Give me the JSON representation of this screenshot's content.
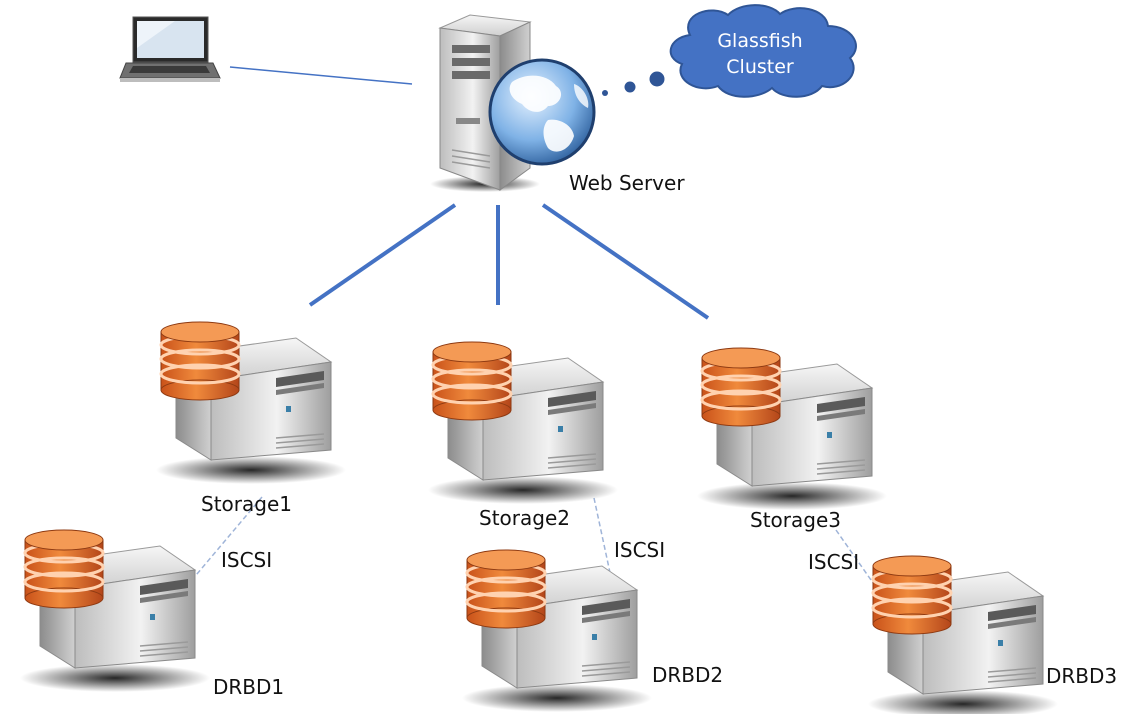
{
  "labels": {
    "web_server": "Web Server",
    "cloud_line1": "Glassfish",
    "cloud_line2": "Cluster",
    "storage1": "Storage1",
    "storage2": "Storage2",
    "storage3": "Storage3",
    "drbd1": "DRBD1",
    "drbd2": "DRBD2",
    "drbd3": "DRBD3",
    "iscsi_1": "ISCSI",
    "iscsi_2": "ISCSI",
    "iscsi_3": "ISCSI"
  },
  "colors": {
    "connector": "#4472c4",
    "cloud": "#4472c4",
    "disk_orange": "#e8732a",
    "server_body": "#d9d9d9"
  },
  "icons": {
    "client": "laptop-icon",
    "web_server": "web-server-globe-icon",
    "cluster": "cloud-icon",
    "storage": "database-server-icon"
  }
}
